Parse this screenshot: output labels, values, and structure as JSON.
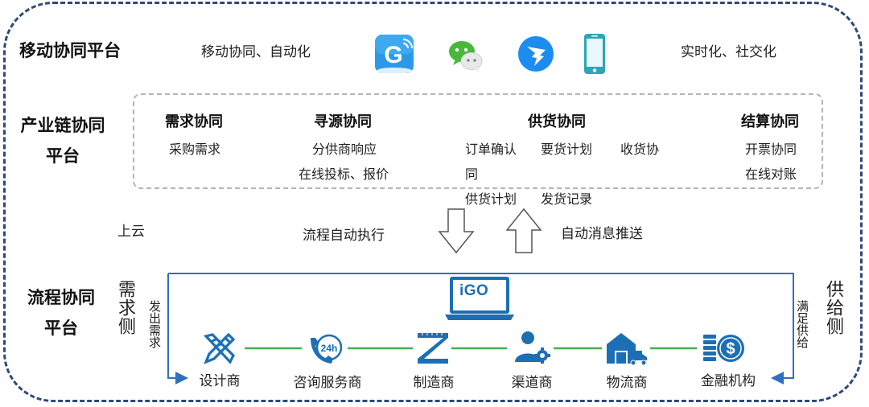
{
  "mobile": {
    "title": "移动协同平台",
    "left_text": "移动协同、自动化",
    "right_text": "实时化、社交化",
    "icons": [
      "app-g-icon",
      "wechat-icon",
      "dingtalk-icon",
      "mobile-phone-icon"
    ]
  },
  "chain": {
    "title": "产业链协同平台",
    "groups": {
      "demand": {
        "title": "需求协同",
        "items": [
          "采购需求"
        ]
      },
      "sourcing": {
        "title": "寻源协同",
        "items": [
          "分供商响应",
          "在线投标、报价"
        ]
      },
      "supply": {
        "title": "供货协同",
        "items": [
          "订单确认",
          "同",
          "要货计划",
          "收货协",
          "供货计划",
          "发货记录"
        ]
      },
      "settlement": {
        "title": "结算协同",
        "items": [
          "开票协同",
          "在线对账"
        ]
      }
    }
  },
  "middle": {
    "cloud": "上云",
    "auto_exec": "流程自动执行",
    "auto_push": "自动消息推送"
  },
  "process": {
    "title": "流程协同平台",
    "demand_side": "需求侧",
    "supply_side": "供给侧",
    "send_demand": "发出需求",
    "meet_supply": "满足供给",
    "logo_text": "iGO",
    "nodes": [
      "设计商",
      "咨询服务商",
      "制造商",
      "渠道商",
      "物流商",
      "金融机构"
    ]
  },
  "colors": {
    "frame": "#2e4a78",
    "accent_blue": "#1d6fb5",
    "connector_green": "#3fb34f",
    "flow_line": "#2f6fbf"
  }
}
